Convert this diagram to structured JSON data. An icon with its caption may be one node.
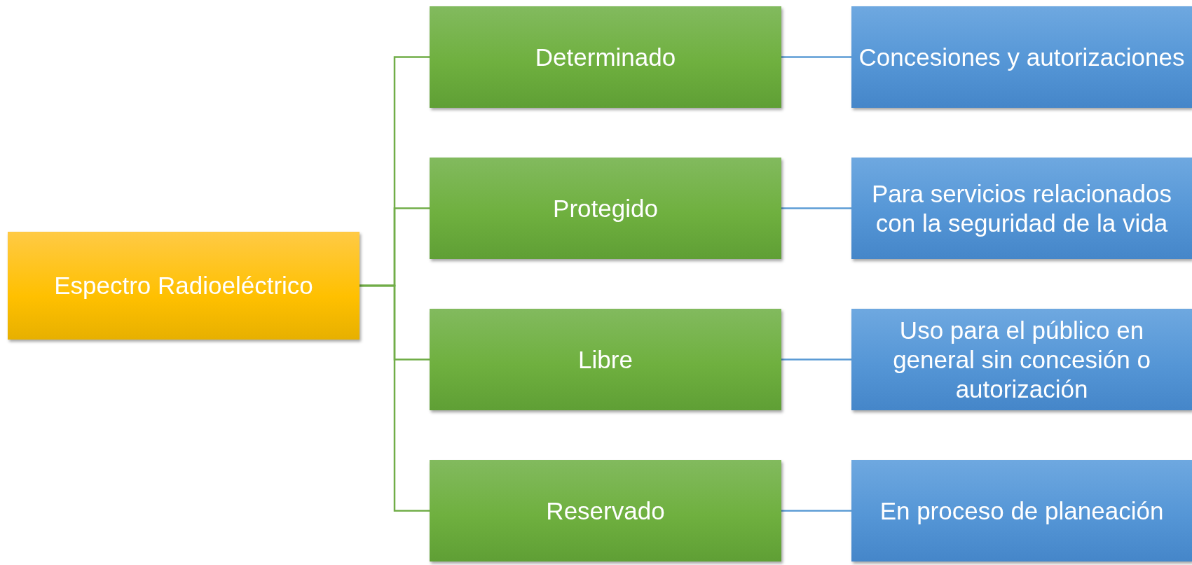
{
  "diagram": {
    "nodes": [
      {
        "text": [
          "Espectro Radioeléctrico"
        ]
      },
      {
        "text": [
          "Determinado"
        ]
      },
      {
        "text": [
          "Concesiones y autorizaciones"
        ]
      },
      {
        "text": [
          "Protegido"
        ]
      },
      {
        "text": [
          "Para servicios relacionados con la seguridad de la vida"
        ]
      },
      {
        "text": [
          "Libre"
        ]
      },
      {
        "text": [
          "Uso para el público en general sin concesión o autorización"
        ]
      },
      {
        "text": [
          "Reservado"
        ]
      },
      {
        "text": [
          "En proceso de planeación"
        ]
      }
    ],
    "edges": [
      {
        "from": 0,
        "to": 1,
        "arrow": "none",
        "color": "#70ad47"
      },
      {
        "from": 0,
        "to": 3,
        "arrow": "none",
        "color": "#70ad47"
      },
      {
        "from": 0,
        "to": 5,
        "arrow": "none",
        "color": "#70ad47"
      },
      {
        "from": 0,
        "to": 7,
        "arrow": "none",
        "color": "#70ad47"
      },
      {
        "from": 1,
        "to": 2,
        "arrow": "none",
        "color": "#5b9bd5"
      },
      {
        "from": 3,
        "to": 4,
        "arrow": "none",
        "color": "#5b9bd5"
      },
      {
        "from": 5,
        "to": 6,
        "arrow": "none",
        "color": "#5b9bd5"
      },
      {
        "from": 7,
        "to": 8,
        "arrow": "none",
        "color": "#5b9bd5"
      }
    ]
  }
}
